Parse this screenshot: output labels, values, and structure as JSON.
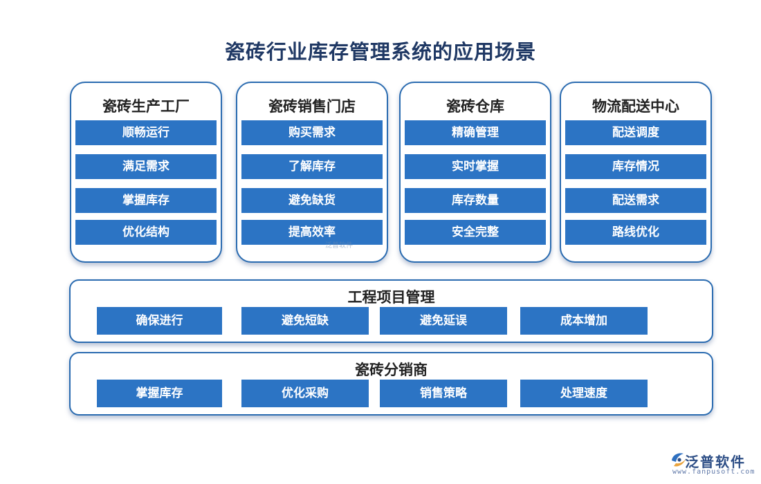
{
  "title": "瓷砖行业库存管理系统的应用场景",
  "cards": [
    {
      "title": "瓷砖生产工厂",
      "items": [
        "顺畅运行",
        "满足需求",
        "掌握库存",
        "优化结构"
      ]
    },
    {
      "title": "瓷砖销售门店",
      "items": [
        "购买需求",
        "了解库存",
        "避免缺货",
        "提高效率"
      ]
    },
    {
      "title": "瓷砖仓库",
      "items": [
        "精确管理",
        "实时掌握",
        "库存数量",
        "安全完整"
      ]
    },
    {
      "title": "物流配送中心",
      "items": [
        "配送调度",
        "库存情况",
        "配送需求",
        "路线优化"
      ]
    }
  ],
  "bands": [
    {
      "title": "工程项目管理",
      "items": [
        "确保进行",
        "避免短缺",
        "避免延误",
        "成本增加"
      ]
    },
    {
      "title": "瓷砖分销商",
      "items": [
        "掌握库存",
        "优化采购",
        "销售策略",
        "处理速度"
      ]
    }
  ],
  "watermark": "泛普软件",
  "brand": {
    "name": "泛普软件",
    "url": "www.fanpusoft.com",
    "logo_icon": "fanpu-logo-icon"
  },
  "colors": {
    "title": "#1f3864",
    "border": "#2a6bb0",
    "item_bg": "#2c74c4",
    "item_text": "#ffffff"
  }
}
